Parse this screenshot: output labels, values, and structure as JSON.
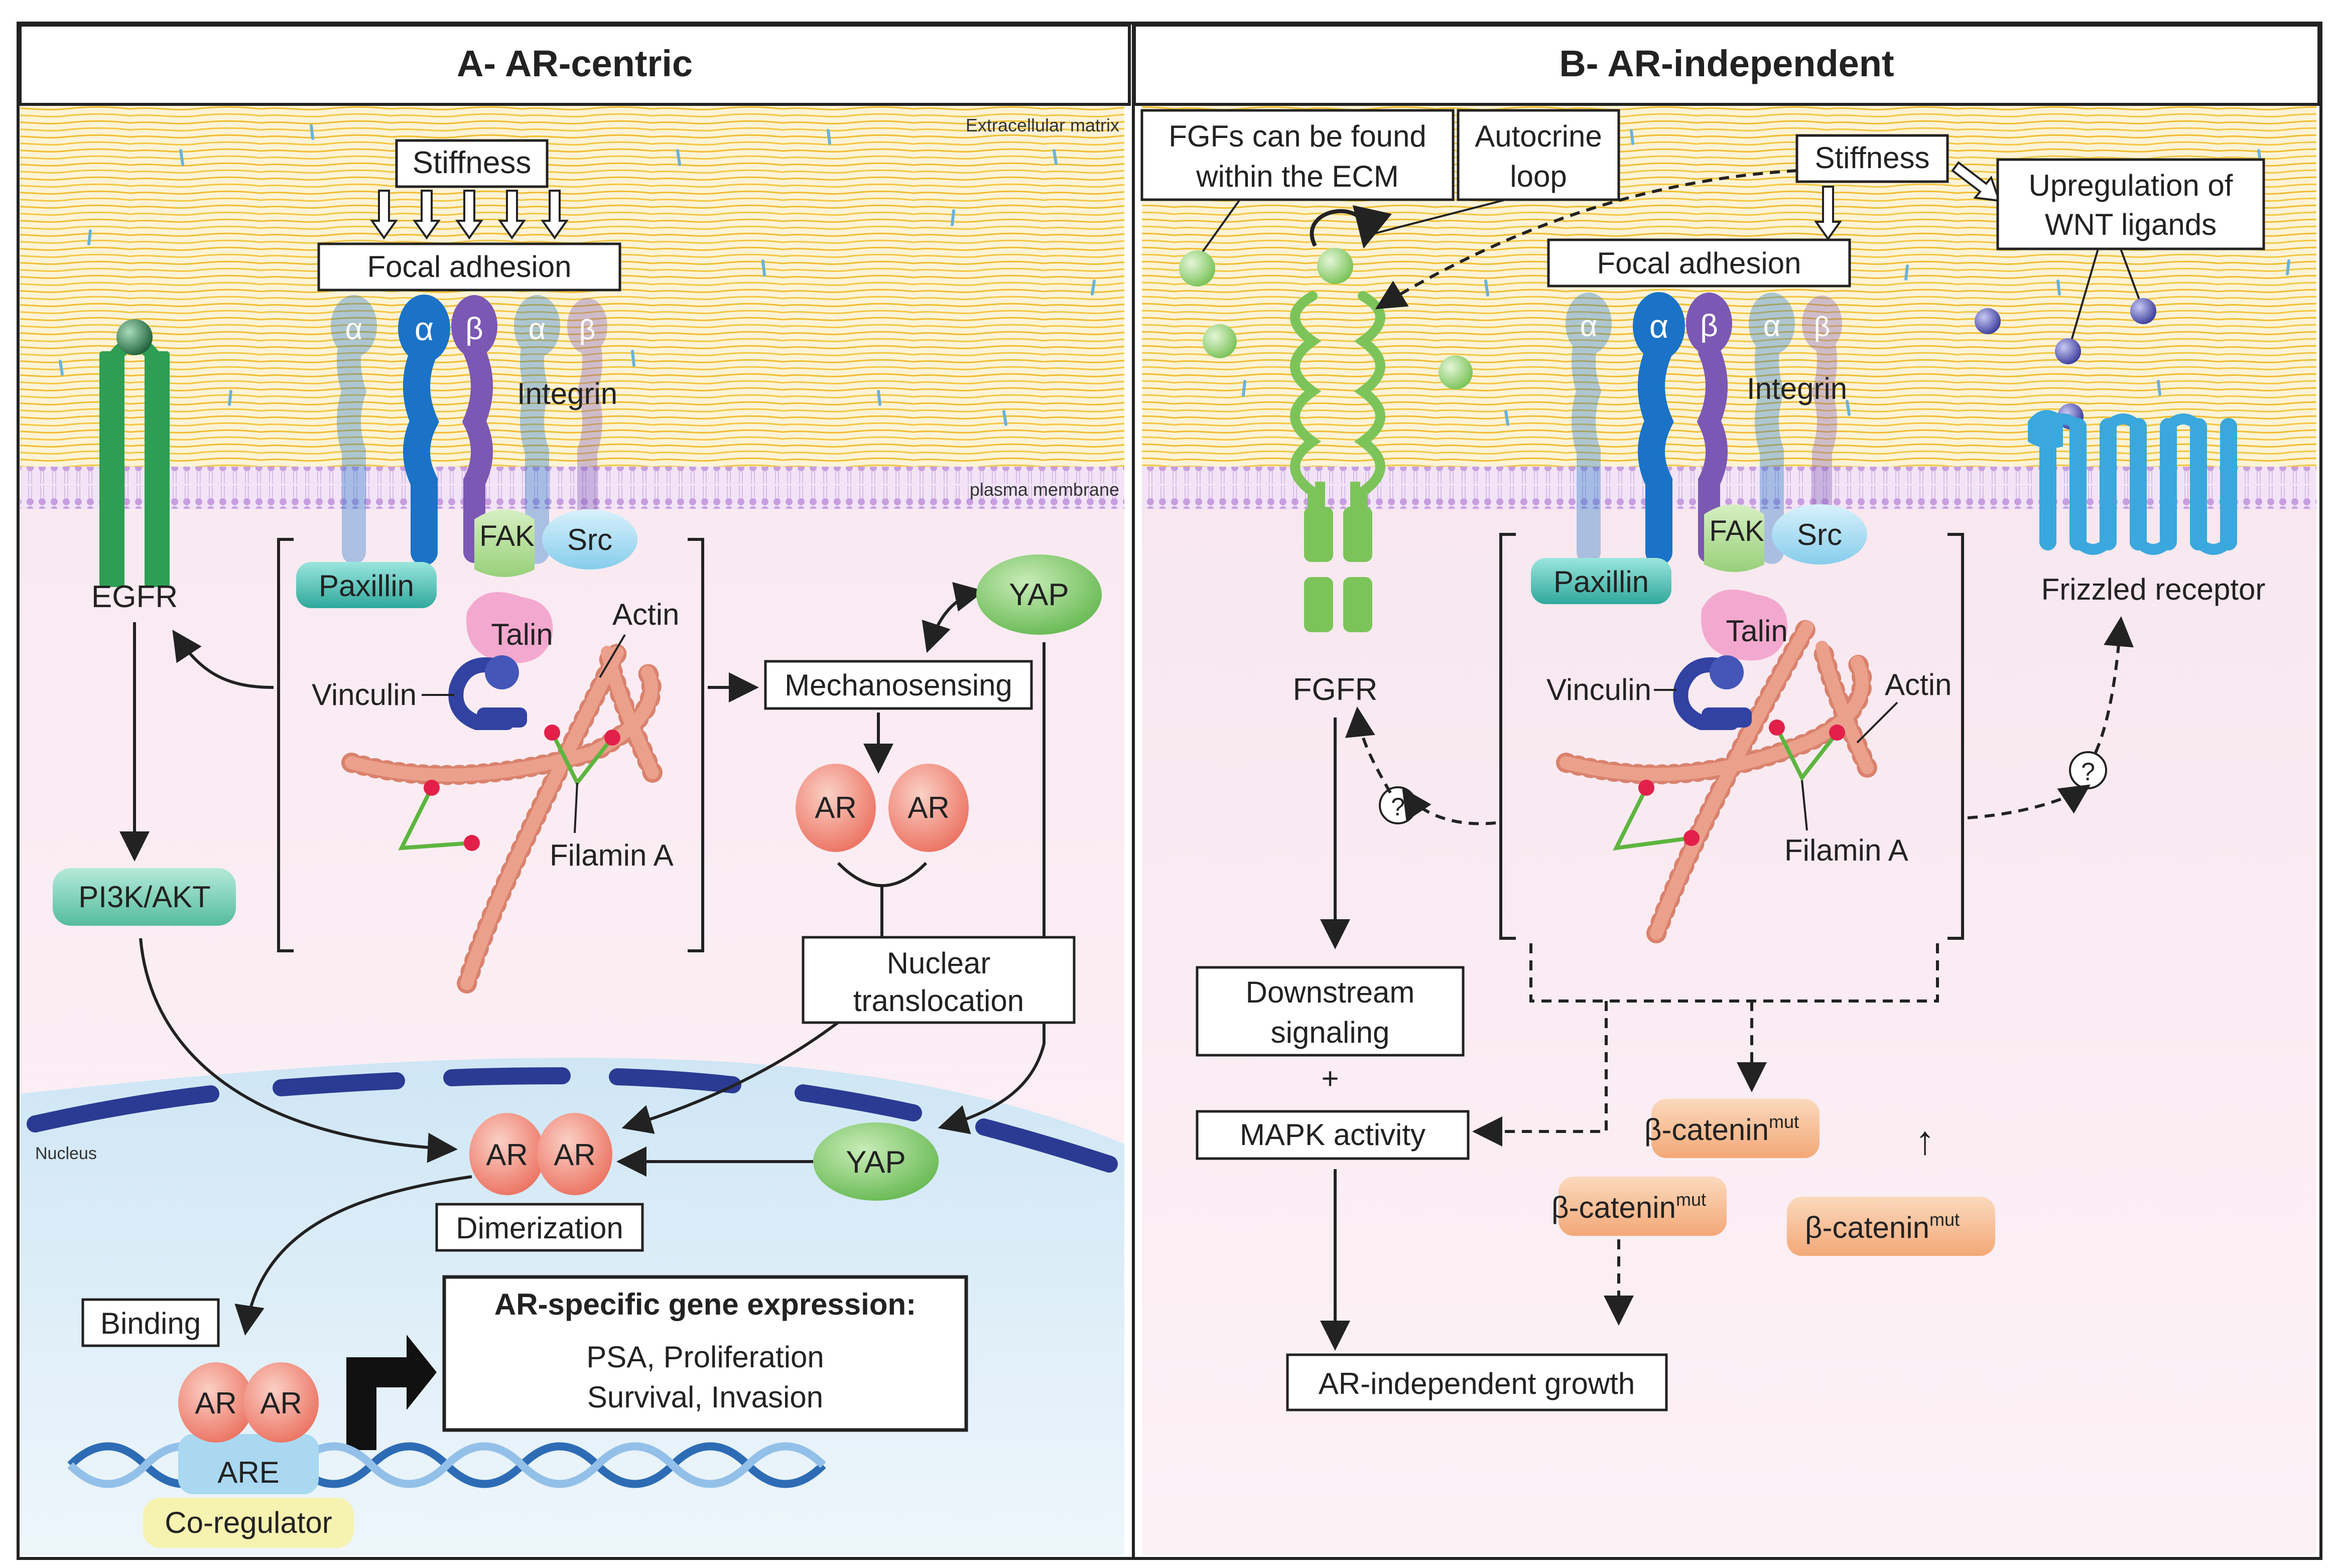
{
  "panels": {
    "a_title": "A- AR-centric",
    "b_title": "B- AR-independent"
  },
  "regions": {
    "ecm": "Extracellular matrix",
    "membrane": "plasma membrane",
    "nucleus": "Nucleus"
  },
  "panel_a": {
    "stiffness": "Stiffness",
    "focal_adhesion": "Focal adhesion",
    "alpha": "α",
    "beta": "β",
    "integrin": "Integrin",
    "fak": "FAK",
    "src": "Src",
    "paxillin": "Paxillin",
    "talin": "Talin",
    "actin": "Actin",
    "vinculin": "Vinculin",
    "filamin_a": "Filamin A",
    "egfr": "EGFR",
    "pi3k_akt": "PI3K/AKT",
    "mechanosensing": "Mechanosensing",
    "yap_top": "YAP",
    "ar": "AR",
    "nuclear_translocation_line1": "Nuclear",
    "nuclear_translocation_line2": "translocation",
    "yap_nucleus": "YAP",
    "dimerization": "Dimerization",
    "binding": "Binding",
    "gene_expression_title": "AR-specific gene expression:",
    "gene_expression_line1": "PSA, Proliferation",
    "gene_expression_line2": "Survival, Invasion",
    "are": "ARE",
    "coregulator": "Co-regulator"
  },
  "panel_b": {
    "fgfs_line1": "FGFs can be found",
    "fgfs_line2": "within the ECM",
    "autocrine_line1": "Autocrine",
    "autocrine_line2": "loop",
    "stiffness": "Stiffness",
    "wnt_line1": "Upregulation of",
    "wnt_line2": "WNT ligands",
    "focal_adhesion": "Focal adhesion",
    "alpha": "α",
    "beta": "β",
    "integrin": "Integrin",
    "fak": "FAK",
    "src": "Src",
    "paxillin": "Paxillin",
    "talin": "Talin",
    "actin": "Actin",
    "vinculin": "Vinculin",
    "filamin_a": "Filamin A",
    "fgfr": "FGFR",
    "frizzled": "Frizzled receptor",
    "question": "?",
    "downstream_line1": "Downstream",
    "downstream_line2": "signaling",
    "plus": "+",
    "mapk": "MAPK activity",
    "beta_catenin": "β-catenin",
    "mut": "mut",
    "up_arrow": "↑",
    "ar_independent_growth": "AR-independent growth"
  },
  "colors": {
    "ecm_fiber": "#f5c842",
    "ecm_bg": "#fdf1cf",
    "cytoplasm": "#fbeef3",
    "nucleus": "#dcedf7",
    "membrane": "#d9b3e6",
    "integrin_alpha": "#1a73c7",
    "integrin_beta": "#7b58b3",
    "egfr": "#2e9e54",
    "fgfr": "#7cc45a",
    "frizzled": "#3aa8dc",
    "actin": "#e69a82",
    "ar": "#f08070",
    "yap": "#7cc96a",
    "pi3k": "#7cd2b8",
    "beta_catenin": "#f7c09a",
    "coregulator": "#f6f2b0",
    "dna": "#2d6cb5"
  }
}
